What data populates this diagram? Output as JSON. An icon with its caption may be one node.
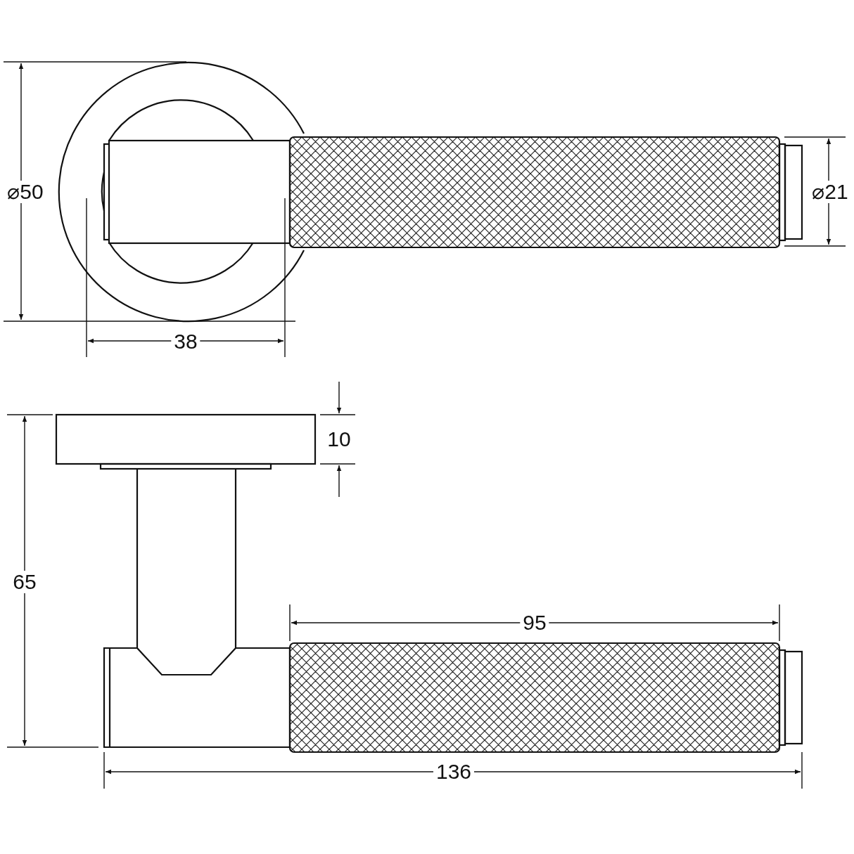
{
  "diagram": {
    "labels": [
      "⌀50",
      "⌀21",
      "38",
      "10",
      "65",
      "95",
      "136"
    ]
  }
}
